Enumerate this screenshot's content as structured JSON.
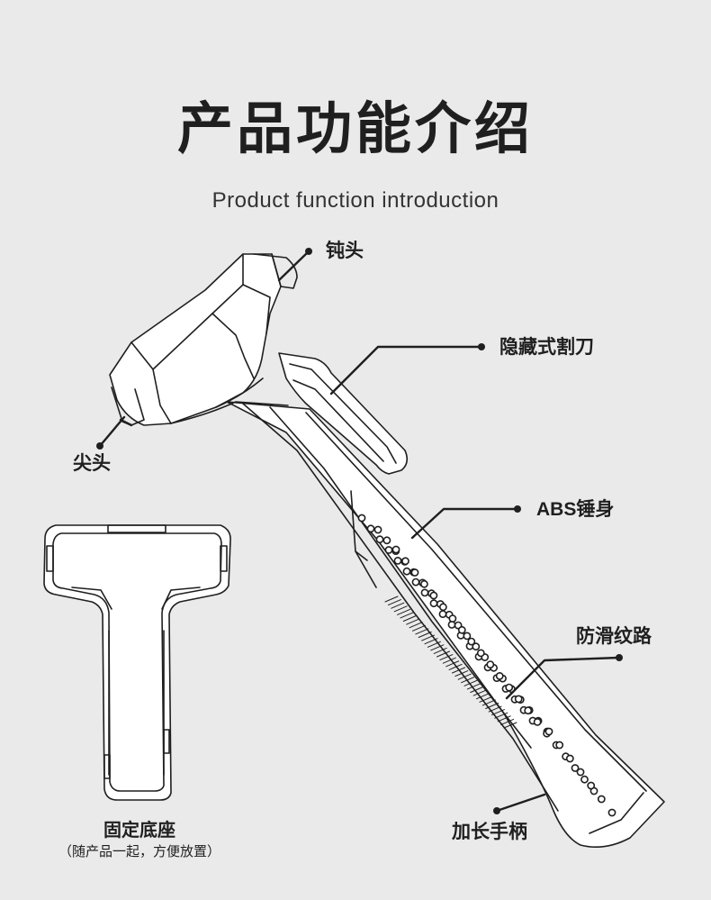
{
  "header": {
    "title": "产品功能介绍",
    "subtitle": "Product function introduction"
  },
  "callouts": [
    {
      "id": "blunt-head",
      "label": "钝头"
    },
    {
      "id": "hidden-cutter",
      "label": "隐藏式割刀"
    },
    {
      "id": "pointed-head",
      "label": "尖头"
    },
    {
      "id": "abs-body",
      "label": "ABS锤身"
    },
    {
      "id": "anti-slip",
      "label": "防滑纹路"
    },
    {
      "id": "long-handle",
      "label": "加长手柄"
    }
  ],
  "base": {
    "label": "固定底座",
    "note": "（随产品一起，方便放置）"
  },
  "colors": {
    "background": "#eaeaea",
    "line": "#1f1f1f",
    "fill": "#ffffff"
  }
}
